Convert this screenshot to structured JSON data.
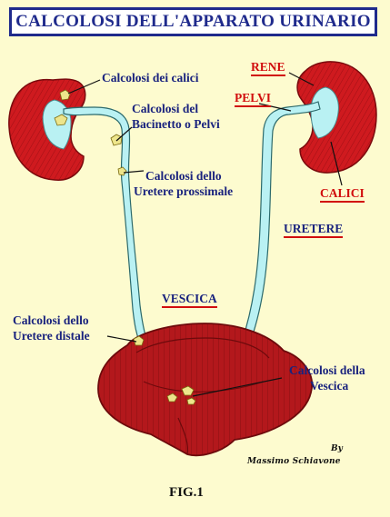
{
  "title": "CALCOLOSI DELL'APPARATO URINARIO",
  "labels": {
    "calici_stones": "Calcolosi dei calici",
    "pelvis_stones_1": "Calcolosi del",
    "pelvis_stones_2": "Bacinetto o Pelvi",
    "prox_ureter_1": "Calcolosi dello",
    "prox_ureter_2": "Uretere prossimale",
    "dist_ureter_1": "Calcolosi dello",
    "dist_ureter_2": "Uretere distale",
    "bladder_stones_1": "Calcolosi della",
    "bladder_stones_2": "Vescica",
    "rene": "RENE",
    "pelvi": "PELVI",
    "calici": "CALICI",
    "uretere": "URETERE",
    "vescica": "VESCICA"
  },
  "signature": {
    "by": "By",
    "name": "Massimo Schiavone"
  },
  "caption": "FIG.1",
  "colors": {
    "background": "#fdfbcf",
    "title_blue": "#1f2a8c",
    "label_blue": "#1a237e",
    "label_red": "#d10d0d",
    "kidney": "#c8151b",
    "urine": "#b9f1f3",
    "bladder": "#b0191c",
    "stone": "#ede58b"
  }
}
